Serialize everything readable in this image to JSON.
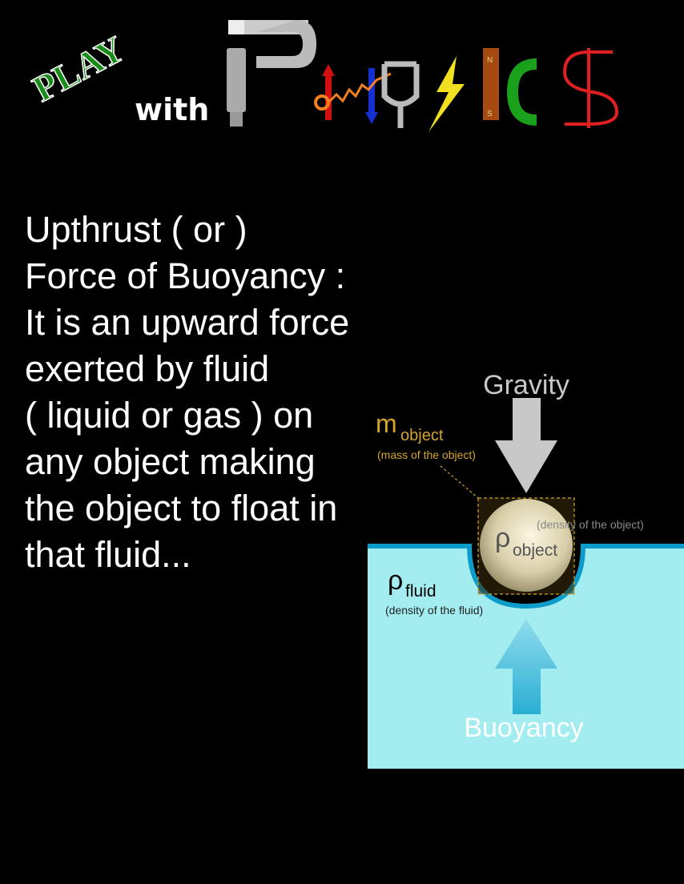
{
  "logo": {
    "play": "PLAY",
    "with": "with",
    "physics": "PHYSICS",
    "magnet_n": "N",
    "magnet_s": "S"
  },
  "description": {
    "lines": [
      "Upthrust ( or )",
      "Force of Buoyancy :",
      "It is an upward force",
      "exerted by fluid",
      "( liquid or gas ) on",
      "any object making",
      "the object to float in",
      "that fluid..."
    ]
  },
  "diagram": {
    "gravity_label": "Gravity",
    "buoyancy_label": "Buoyancy",
    "mass_symbol": "m",
    "mass_subscript": "object",
    "mass_note": "(mass of the object)",
    "object_density_symbol": "ρ",
    "object_density_subscript": "object",
    "object_density_note": "(density of the object)",
    "fluid_density_symbol": "ρ",
    "fluid_density_subscript": "fluid",
    "fluid_density_note": "(density of the fluid)",
    "colors": {
      "fluid": "#a3ecf0",
      "surface": "#0d9cc9",
      "mass": "#d4a52a",
      "arrow_gravity": "#c8c8c8",
      "arrow_buoyancy": "#3db4d6"
    }
  }
}
